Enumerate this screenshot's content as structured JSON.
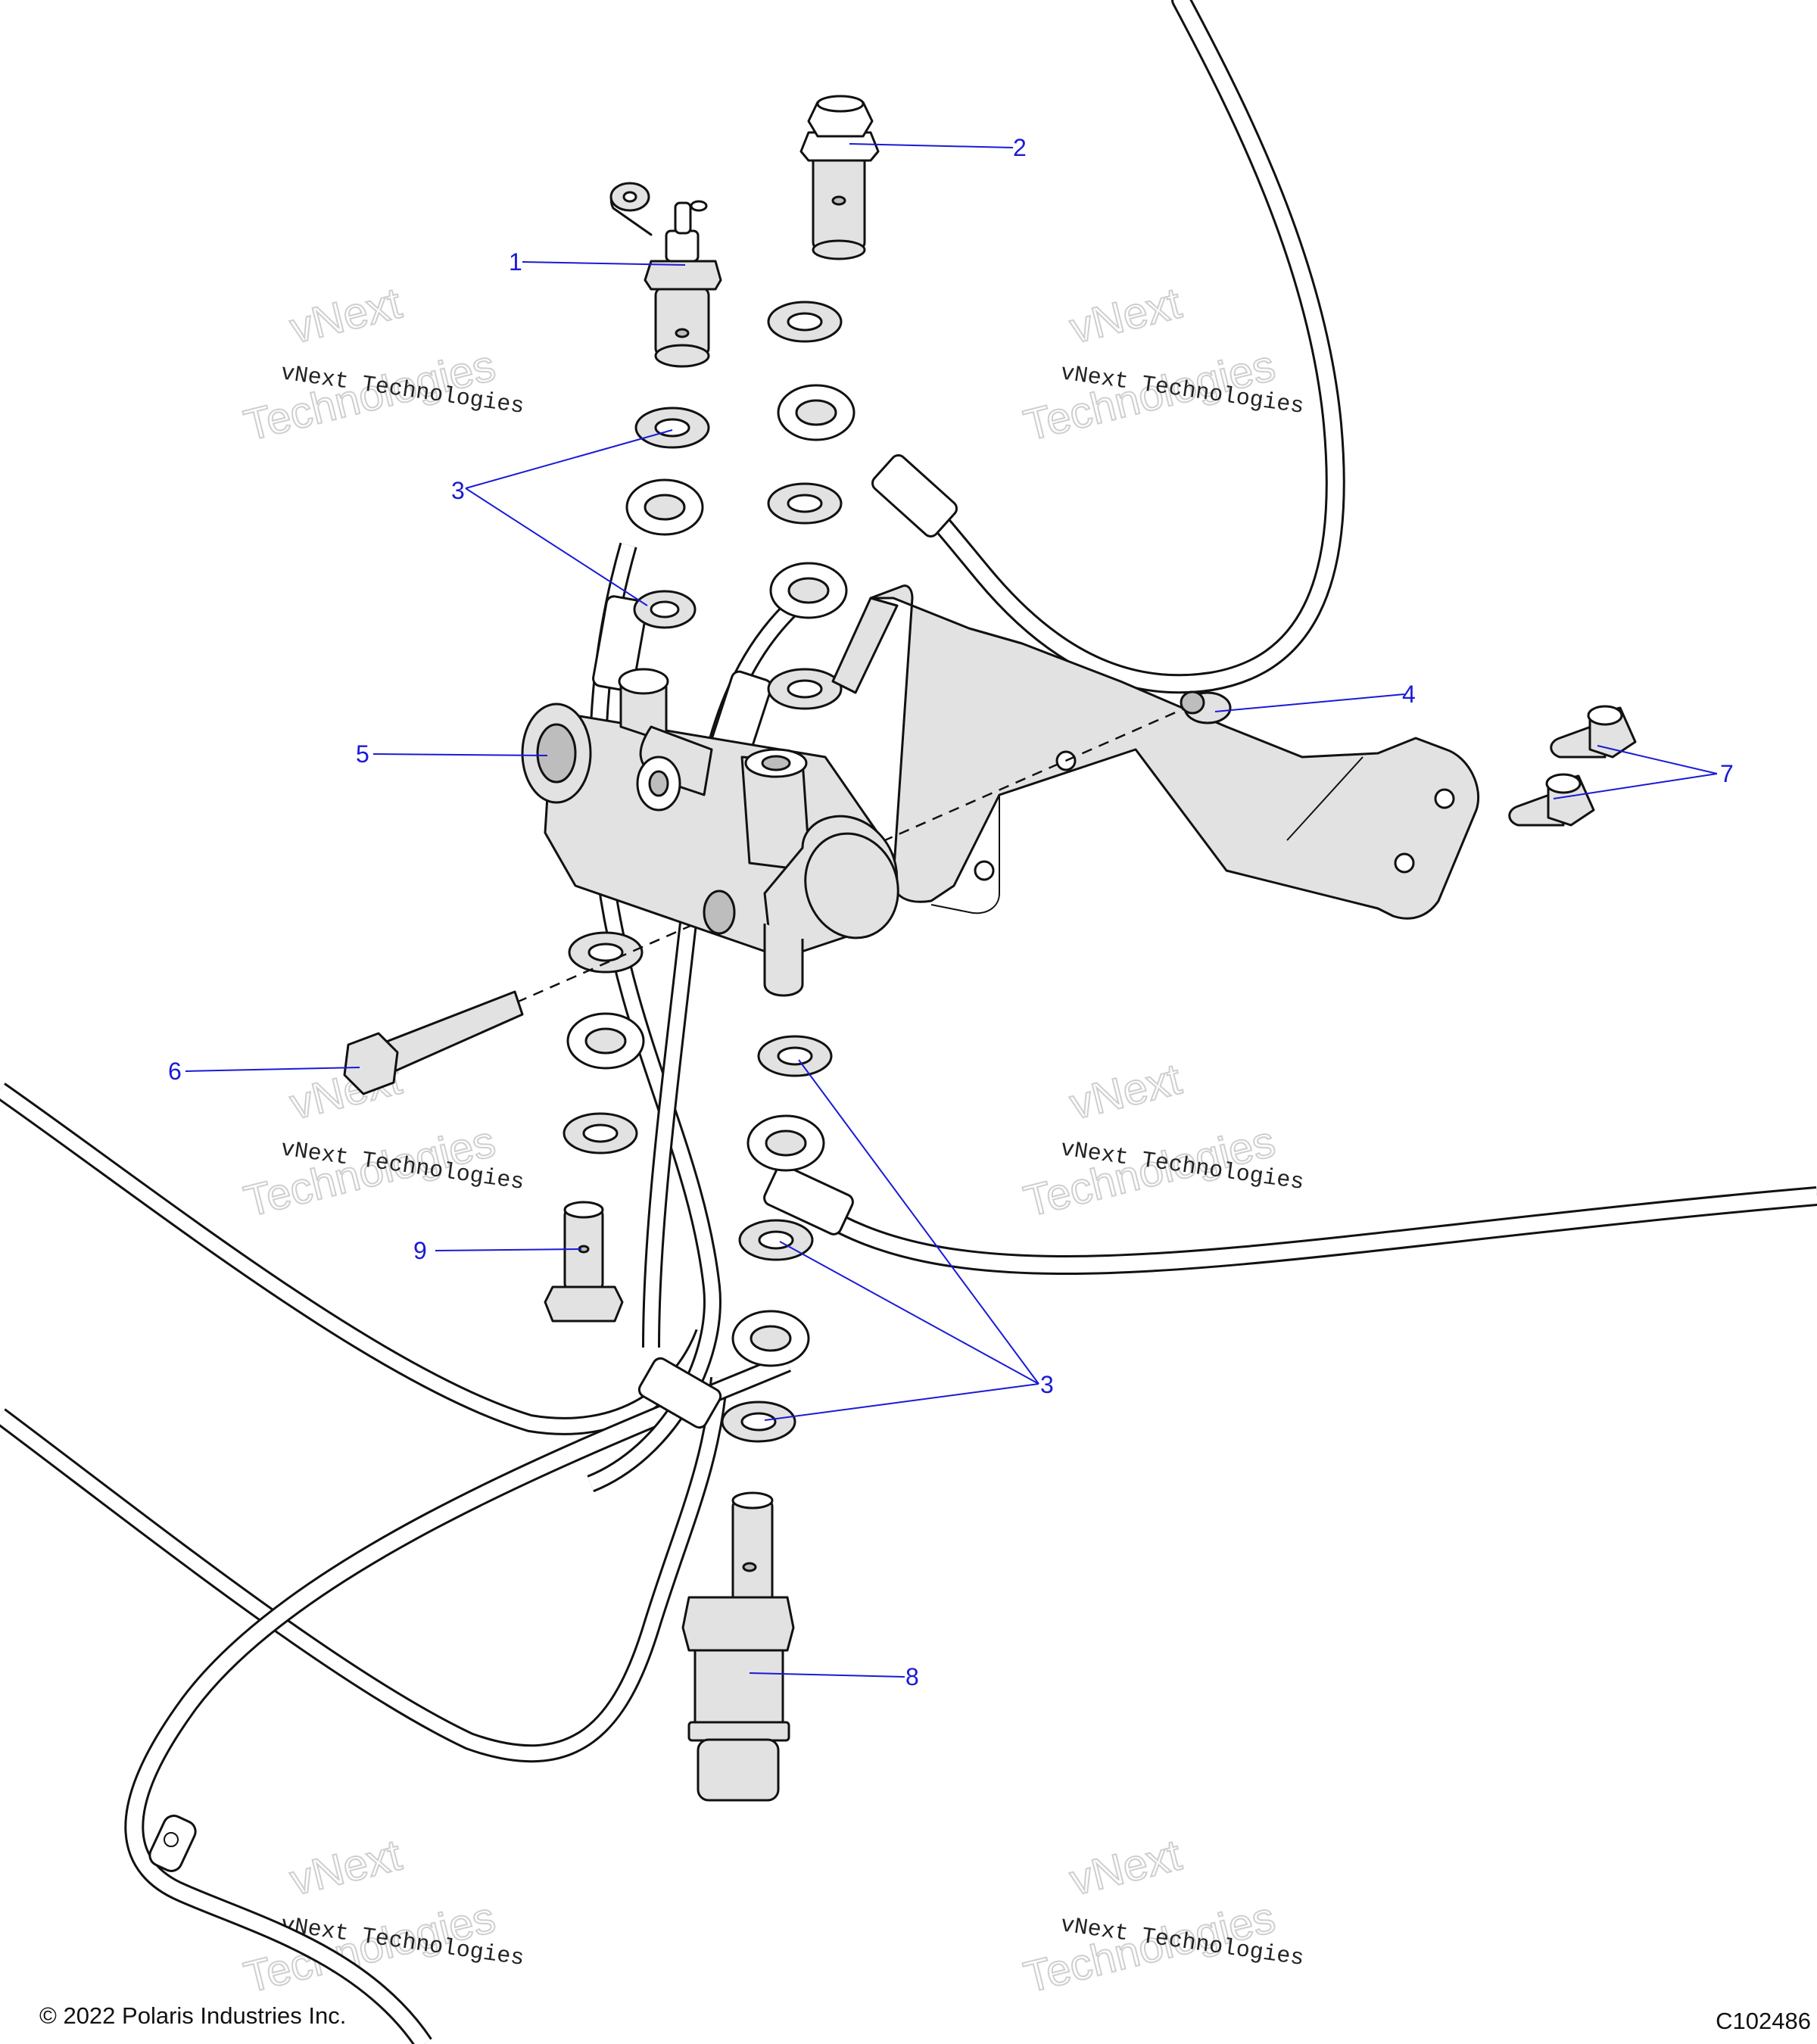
{
  "callouts": [
    {
      "id": "1",
      "label": "1"
    },
    {
      "id": "2",
      "label": "2"
    },
    {
      "id": "3a",
      "label": "3"
    },
    {
      "id": "3b",
      "label": "3"
    },
    {
      "id": "4",
      "label": "4"
    },
    {
      "id": "5",
      "label": "5"
    },
    {
      "id": "6",
      "label": "6"
    },
    {
      "id": "7",
      "label": "7"
    },
    {
      "id": "8",
      "label": "8"
    },
    {
      "id": "9",
      "label": "9"
    }
  ],
  "watermark": {
    "line1": "vNext Technologies",
    "line2": "vNext",
    "line3": "Technologies"
  },
  "footer": {
    "copyright": "© 2022 Polaris Industries Inc.",
    "figure_id": "C102486"
  },
  "colors": {
    "callout": "#1a1ad6",
    "line_art": "#111111"
  }
}
